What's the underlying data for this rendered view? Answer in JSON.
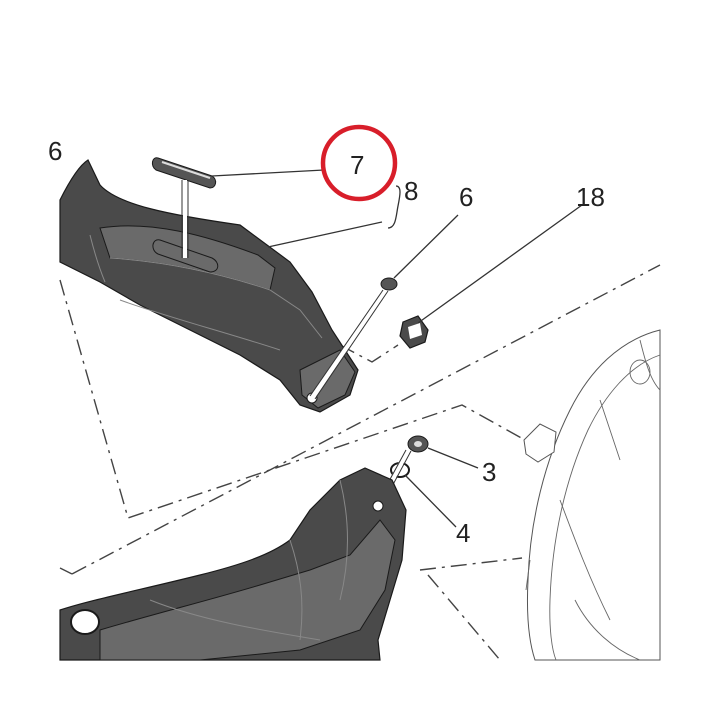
{
  "diagram": {
    "callouts": {
      "c7": "7",
      "c8": "8",
      "c6": "6",
      "c18": "18",
      "c3": "3",
      "c4": "4",
      "partial_left": "6"
    },
    "colors": {
      "highlight_circle": "#d81e2a",
      "part_fill": "#4a4a4a",
      "line": "#333333"
    },
    "highlighted_callout": "7"
  }
}
